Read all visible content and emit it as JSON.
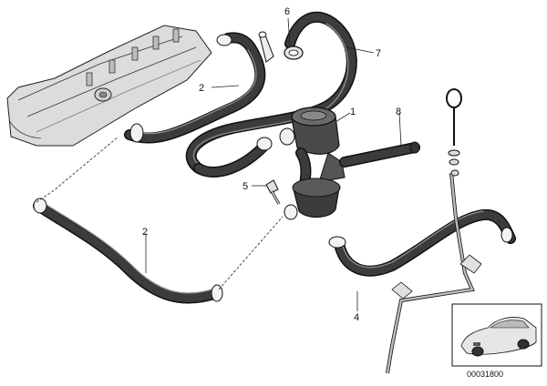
{
  "diagram": {
    "callouts": {
      "c1": "1",
      "c2a": "2",
      "c2b": "2",
      "c4": "4",
      "c5": "5",
      "c6": "6",
      "c7": "7",
      "c8": "8"
    },
    "part_number": "00031800"
  }
}
